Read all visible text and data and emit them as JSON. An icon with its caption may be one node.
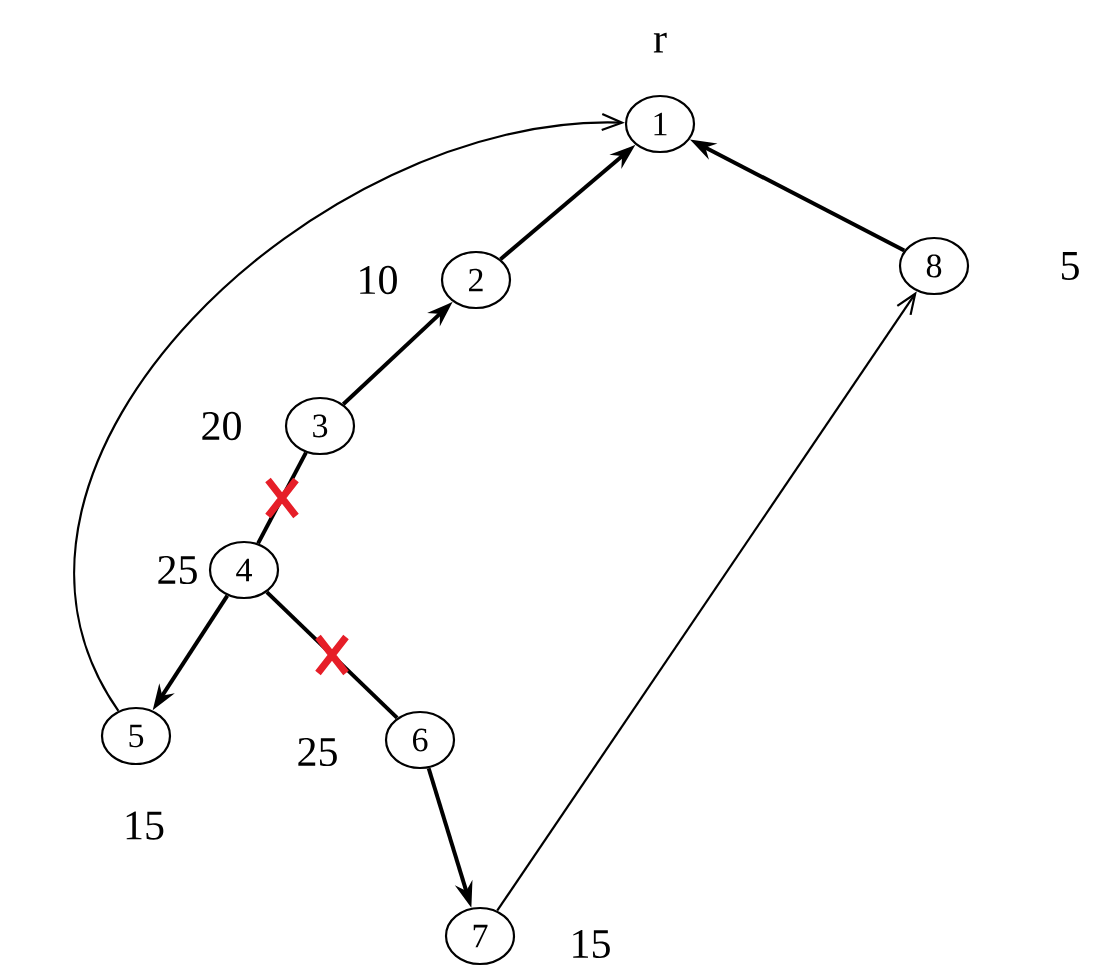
{
  "diagram": {
    "nodes": [
      {
        "text": [
          "1"
        ],
        "beside": [
          "r"
        ]
      },
      {
        "text": [
          "2"
        ],
        "beside": [
          "10"
        ]
      },
      {
        "text": [
          "3"
        ],
        "beside": [
          "20"
        ]
      },
      {
        "text": [
          "4"
        ],
        "beside": [
          "25"
        ]
      },
      {
        "text": [
          "5"
        ],
        "beside": [
          "15"
        ]
      },
      {
        "text": [
          "6"
        ],
        "beside": [
          "25"
        ]
      },
      {
        "text": [
          "7"
        ],
        "beside": [
          "15"
        ]
      },
      {
        "text": [
          "8"
        ],
        "beside": [
          "5"
        ]
      }
    ],
    "edges": [
      {
        "from": 1,
        "to": 0,
        "arrow": "to"
      },
      {
        "from": 2,
        "to": 1,
        "arrow": "to"
      },
      {
        "from": 3,
        "to": 2,
        "arrow": "none"
      },
      {
        "from": 3,
        "to": 4,
        "arrow": "to"
      },
      {
        "from": 3,
        "to": 5,
        "arrow": "none"
      },
      {
        "from": 5,
        "to": 6,
        "arrow": "to"
      },
      {
        "from": 6,
        "to": 7,
        "arrow": "to"
      },
      {
        "from": 7,
        "to": 0,
        "arrow": "to"
      },
      {
        "from": 4,
        "to": 0,
        "arrow": "to"
      }
    ]
  }
}
